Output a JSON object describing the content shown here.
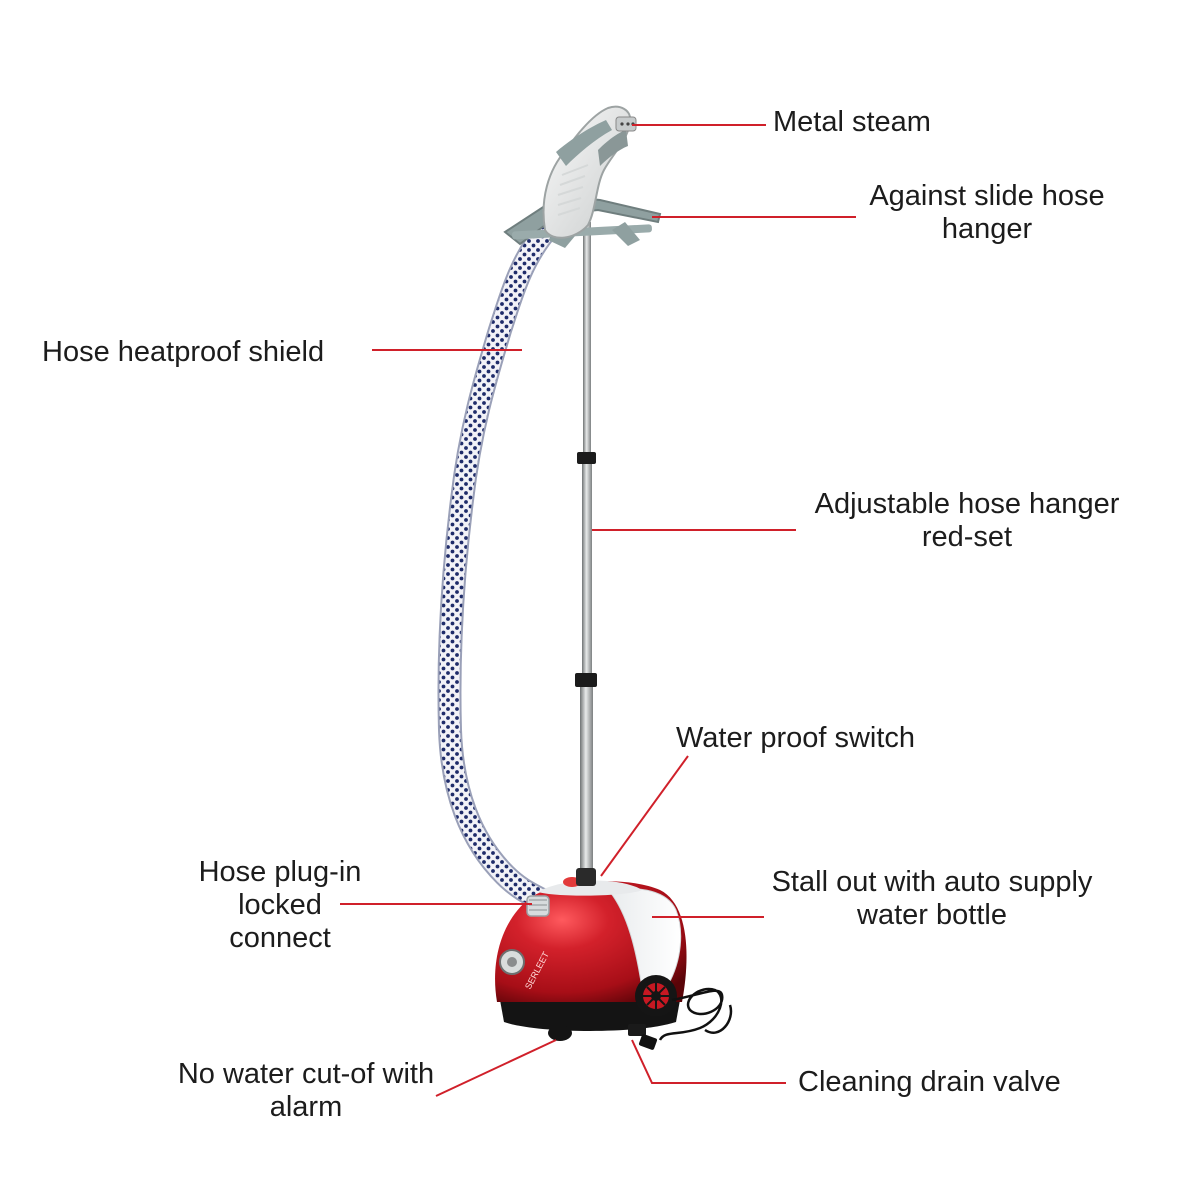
{
  "colors": {
    "leader_line": "#d0202a",
    "body_red": "#b3121c",
    "body_dark": "#5a0408",
    "panel_white": "#f4f4f4",
    "gray_plastic": "#8fa0a0",
    "hose_white": "#f2f2f7",
    "hose_dot": "#1f2c6a",
    "pole": "#b9bcbd",
    "label_text": "#1c1c1c",
    "background": "#ffffff"
  },
  "labels": {
    "metal_steam": [
      "Metal steam"
    ],
    "against_slide_hose_hanger": [
      "Against slide hose",
      "hanger"
    ],
    "hose_heatproof_shield": [
      "Hose heatproof shield"
    ],
    "adjustable_hose_hanger": [
      "Adjustable hose hanger",
      "red-set"
    ],
    "water_proof_switch": [
      "Water proof switch"
    ],
    "hose_plug_in": [
      "Hose plug-in",
      "locked",
      "connect"
    ],
    "stall_out_water_bottle": [
      "Stall out with auto supply",
      "water bottle"
    ],
    "no_water_cut_off": [
      "No water cut-of with",
      "alarm"
    ],
    "cleaning_drain_valve": [
      "Cleaning drain valve"
    ]
  },
  "product": {
    "brand_mark": "SERLEET",
    "icons": [
      "garment-steamer",
      "steam-head",
      "hanger",
      "hose",
      "telescopic-pole",
      "water-tank",
      "control-knob",
      "wheel",
      "power-cord"
    ]
  }
}
